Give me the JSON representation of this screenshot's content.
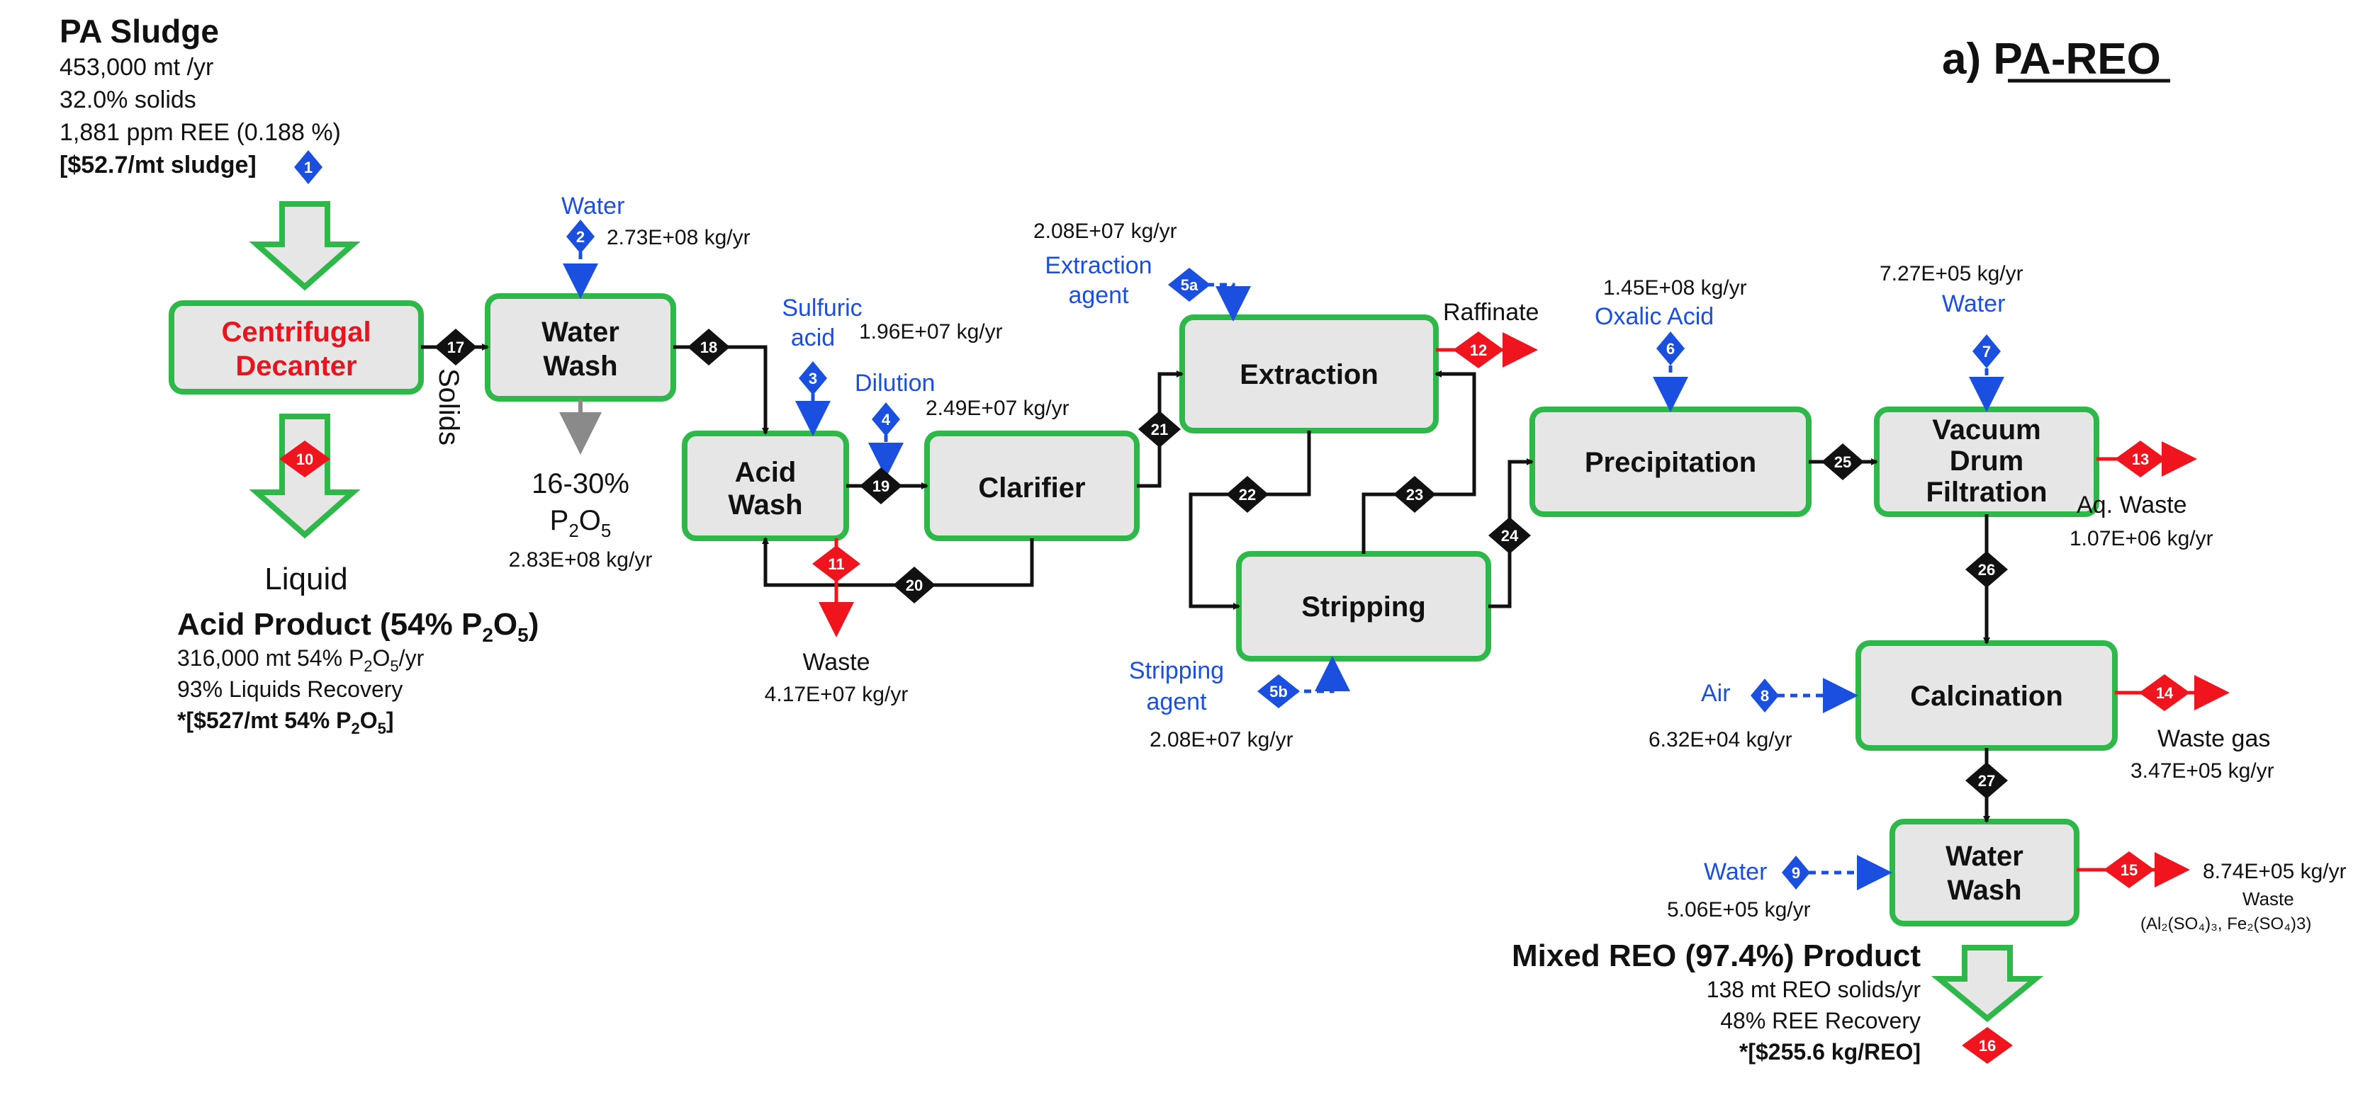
{
  "panel_title": "a) PA-REO",
  "feed": {
    "title": "PA Sludge",
    "lines": [
      "453,000 mt /yr",
      "32.0% solids",
      "1,881 ppm REE (0.188 %)"
    ],
    "price": "[$52.7/mt sludge]"
  },
  "units": {
    "centrifugal_decanter": [
      "Centrifugal",
      "Decanter"
    ],
    "water_wash_1": [
      "Water",
      "Wash"
    ],
    "acid_wash": [
      "Acid",
      "Wash"
    ],
    "clarifier": [
      "Clarifier"
    ],
    "extraction": [
      "Extraction"
    ],
    "stripping": [
      "Stripping"
    ],
    "precipitation": [
      "Precipitation"
    ],
    "vacuum_drum_filtration": [
      "Vacuum",
      "Drum",
      "Filtration"
    ],
    "calcination": [
      "Calcination"
    ],
    "water_wash_2": [
      "Water",
      "Wash"
    ]
  },
  "streams": {
    "s1": "1",
    "s2": "2",
    "s4": "4",
    "s3": "3",
    "s5a": "5a",
    "s5b": "5b",
    "s6": "6",
    "s7": "7",
    "s8": "8",
    "s9": "9",
    "s10": "10",
    "s11": "11",
    "s12": "12",
    "s13": "13",
    "s14": "14",
    "s15": "15",
    "s16": "16",
    "s17": "17",
    "s18": "18",
    "s19": "19",
    "s20": "20",
    "s21": "21",
    "s22": "22",
    "s23": "23",
    "s24": "24",
    "s25": "25",
    "s26": "26",
    "s27": "27"
  },
  "labels": {
    "solids": "Solids",
    "liquid": "Liquid",
    "water_in_1": "Water",
    "water_in_1_rate": "2.73E+08 kg/yr",
    "p2o5_pct": "16-30%",
    "p2o5_label": "P",
    "p2o5_sub1": "2",
    "p2o5_label2": "O",
    "p2o5_sub2": "5",
    "p2o5_rate": "2.83E+08 kg/yr",
    "sulfuric_1": "Sulfuric",
    "sulfuric_2": "acid",
    "sulfuric_rate": "1.96E+07 kg/yr",
    "dilution": "Dilution",
    "dilution_rate": "2.49E+07 kg/yr",
    "waste_acid": "Waste",
    "waste_acid_rate": "4.17E+07 kg/yr",
    "extraction_rate": "2.08E+07 kg/yr",
    "extraction_agent_1": "Extraction",
    "extraction_agent_2": "agent",
    "raffinate": "Raffinate",
    "stripping_agent_1": "Stripping",
    "stripping_agent_2": "agent",
    "stripping_rate": "2.08E+07 kg/yr",
    "oxalic_rate": "1.45E+08 kg/yr",
    "oxalic": "Oxalic Acid",
    "water_vdf_rate": "7.27E+05 kg/yr",
    "water_vdf": "Water",
    "aq_waste": "Aq. Waste",
    "aq_waste_rate": "1.07E+06 kg/yr",
    "air": "Air",
    "air_rate": "6.32E+04 kg/yr",
    "waste_gas": "Waste gas",
    "waste_gas_rate": "3.47E+05 kg/yr",
    "water_ww2": "Water",
    "water_ww2_rate": "5.06E+05 kg/yr",
    "waste_ww2_rate": "8.74E+05 kg/yr",
    "waste_ww2": "Waste",
    "waste_ww2_comp": "(Al₂(SO₄)₃, Fe₂(SO₄)3)"
  },
  "acid_product": {
    "title_pre": "Acid Product (54% P",
    "title_sub1": "2",
    "title_mid": "O",
    "title_sub2": "5",
    "title_post": ")",
    "line1_pre": "316,000 mt 54% P",
    "line1_sub1": "2",
    "line1_mid": "O",
    "line1_sub2": "5",
    "line1_post": "/yr",
    "line2": "93% Liquids Recovery",
    "price_pre": "*[$527/mt 54% P",
    "price_sub1": "2",
    "price_mid": "O",
    "price_sub2": "5",
    "price_post": "]"
  },
  "reo_product": {
    "title": "Mixed REO (97.4%) Product",
    "line1": "138 mt REO solids/yr",
    "line2": "48% REE Recovery",
    "price": "*[$255.6 kg/REO]"
  },
  "colors": {
    "box_border": "#2eb84a",
    "box_fill": "#e6e6e6",
    "input_stream": "#1a4fe0",
    "output_stream": "#f0141e",
    "internal_stream": "#111111"
  }
}
